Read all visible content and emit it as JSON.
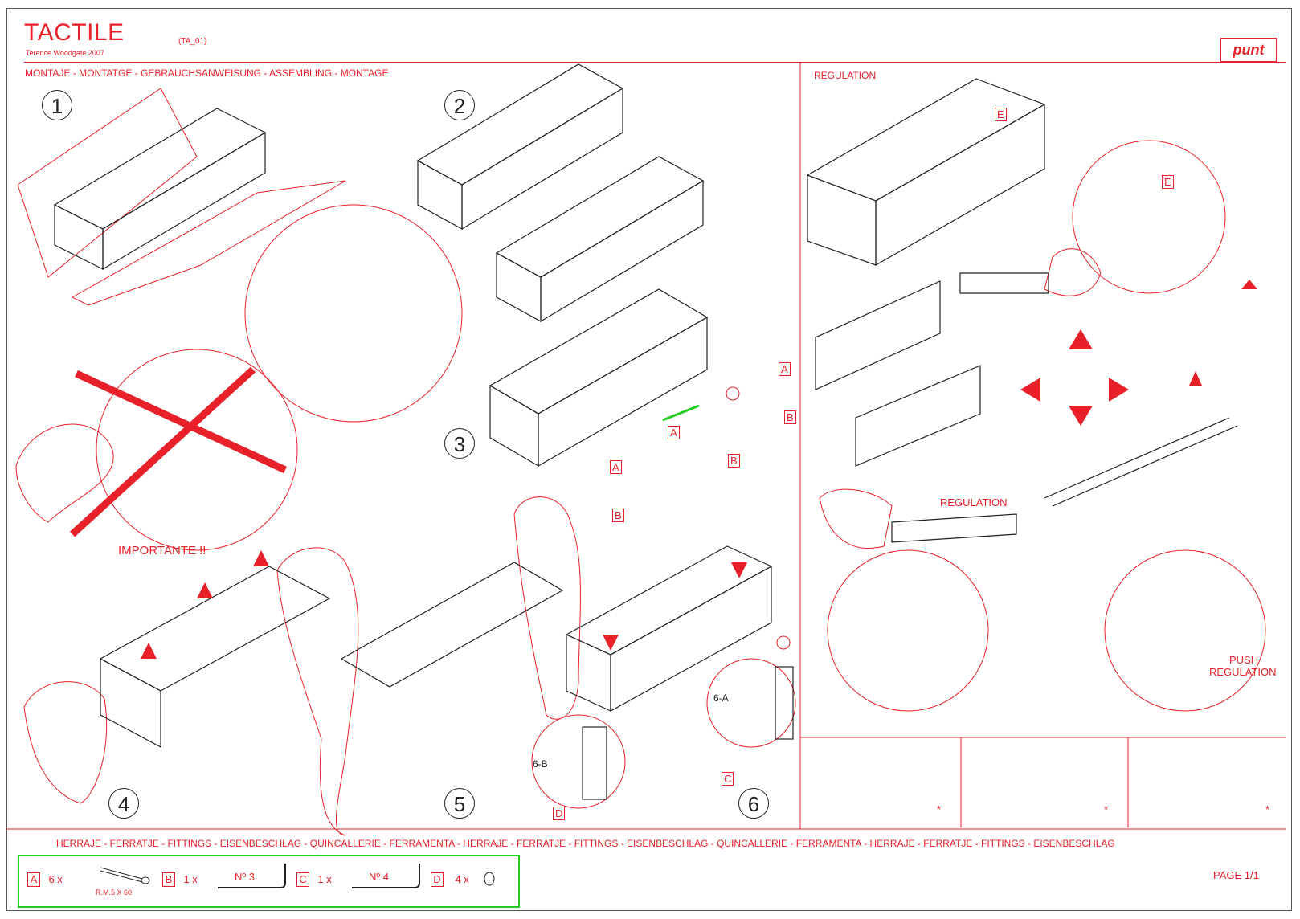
{
  "header": {
    "title": "TACTILE",
    "code": "(TA_01)",
    "author": "Terence Woodgate 2007",
    "brand": "punt",
    "assembly_title": "MONTAJE - MONTATGE - GEBRAUCHSANWEISUNG - ASSEMBLING - MONTAGE",
    "regulation_title": "REGULATION"
  },
  "steps": [
    "1",
    "2",
    "3",
    "4",
    "5",
    "6"
  ],
  "callouts": {
    "importante": "IMPORTANTE !!",
    "regulation": "REGULATION",
    "push_regulation_1": "PUSH",
    "push_regulation_2": "REGULATION",
    "six_a": "6-A",
    "six_b": "6-B",
    "letter_a": "A",
    "letter_b": "B",
    "letter_c": "C",
    "letter_d": "D",
    "letter_e": "E",
    "asterisk": "*"
  },
  "fittings_row": "HERRAJE - FERRATJE - FITTINGS - EISENBESCHLAG - QUINCALLERIE - FERRAMENTA - HERRAJE - FERRATJE - FITTINGS - EISENBESCHLAG - QUINCALLERIE - FERRAMENTA - HERRAJE - FERRATJE - FITTINGS - EISENBESCHLAG",
  "legend": [
    {
      "letter": "A",
      "qty": "6 x",
      "note": "R.M.5  X 60"
    },
    {
      "letter": "B",
      "qty": "1 x",
      "note": "Nº 3"
    },
    {
      "letter": "C",
      "qty": "1 x",
      "note": "Nº 4"
    },
    {
      "letter": "D",
      "qty": "4 x",
      "note": ""
    }
  ],
  "page": "PAGE 1/1",
  "colors": {
    "accent": "#e8202a",
    "legend_border": "#22cc22",
    "ink": "#222222"
  }
}
